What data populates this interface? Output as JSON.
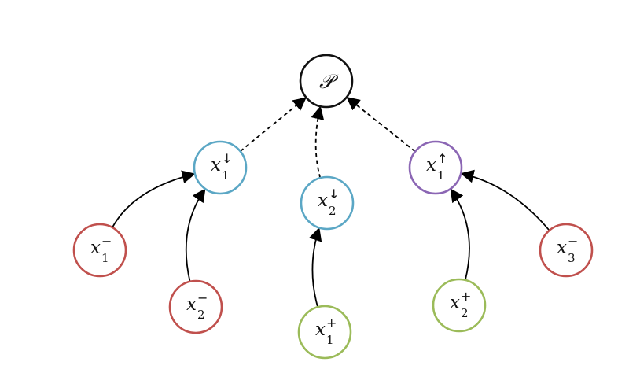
{
  "diagram": {
    "nodes": [
      {
        "id": "P",
        "base": "𝒫",
        "sub": "",
        "sup": "",
        "color": "#111111",
        "kind": "script"
      },
      {
        "id": "x1down",
        "base": "x",
        "sub": "1",
        "sup": "↓",
        "color": "#5ba7c5"
      },
      {
        "id": "x2down",
        "base": "x",
        "sub": "2",
        "sup": "↓",
        "color": "#5ba7c5"
      },
      {
        "id": "x1up",
        "base": "x",
        "sub": "1",
        "sup": "↑",
        "color": "#8b66b4"
      },
      {
        "id": "x1minus",
        "base": "x",
        "sub": "1",
        "sup": "−",
        "color": "#c0504d"
      },
      {
        "id": "x2minus",
        "base": "x",
        "sub": "2",
        "sup": "−",
        "color": "#c0504d"
      },
      {
        "id": "x3minus",
        "base": "x",
        "sub": "3",
        "sup": "−",
        "color": "#c0504d"
      },
      {
        "id": "x1plus",
        "base": "x",
        "sub": "1",
        "sup": "+",
        "color": "#9bbb59"
      },
      {
        "id": "x2plus",
        "base": "x",
        "sub": "2",
        "sup": "+",
        "color": "#9bbb59"
      }
    ],
    "edges": [
      {
        "from": "x1down",
        "to": "P",
        "style": "dashed"
      },
      {
        "from": "x2down",
        "to": "P",
        "style": "dashed"
      },
      {
        "from": "x1up",
        "to": "P",
        "style": "dashed"
      },
      {
        "from": "x1minus",
        "to": "x1down",
        "style": "solid"
      },
      {
        "from": "x2minus",
        "to": "x1down",
        "style": "solid"
      },
      {
        "from": "x1plus",
        "to": "x2down",
        "style": "solid"
      },
      {
        "from": "x2plus",
        "to": "x1up",
        "style": "solid"
      },
      {
        "from": "x3minus",
        "to": "x1up",
        "style": "solid"
      }
    ]
  }
}
